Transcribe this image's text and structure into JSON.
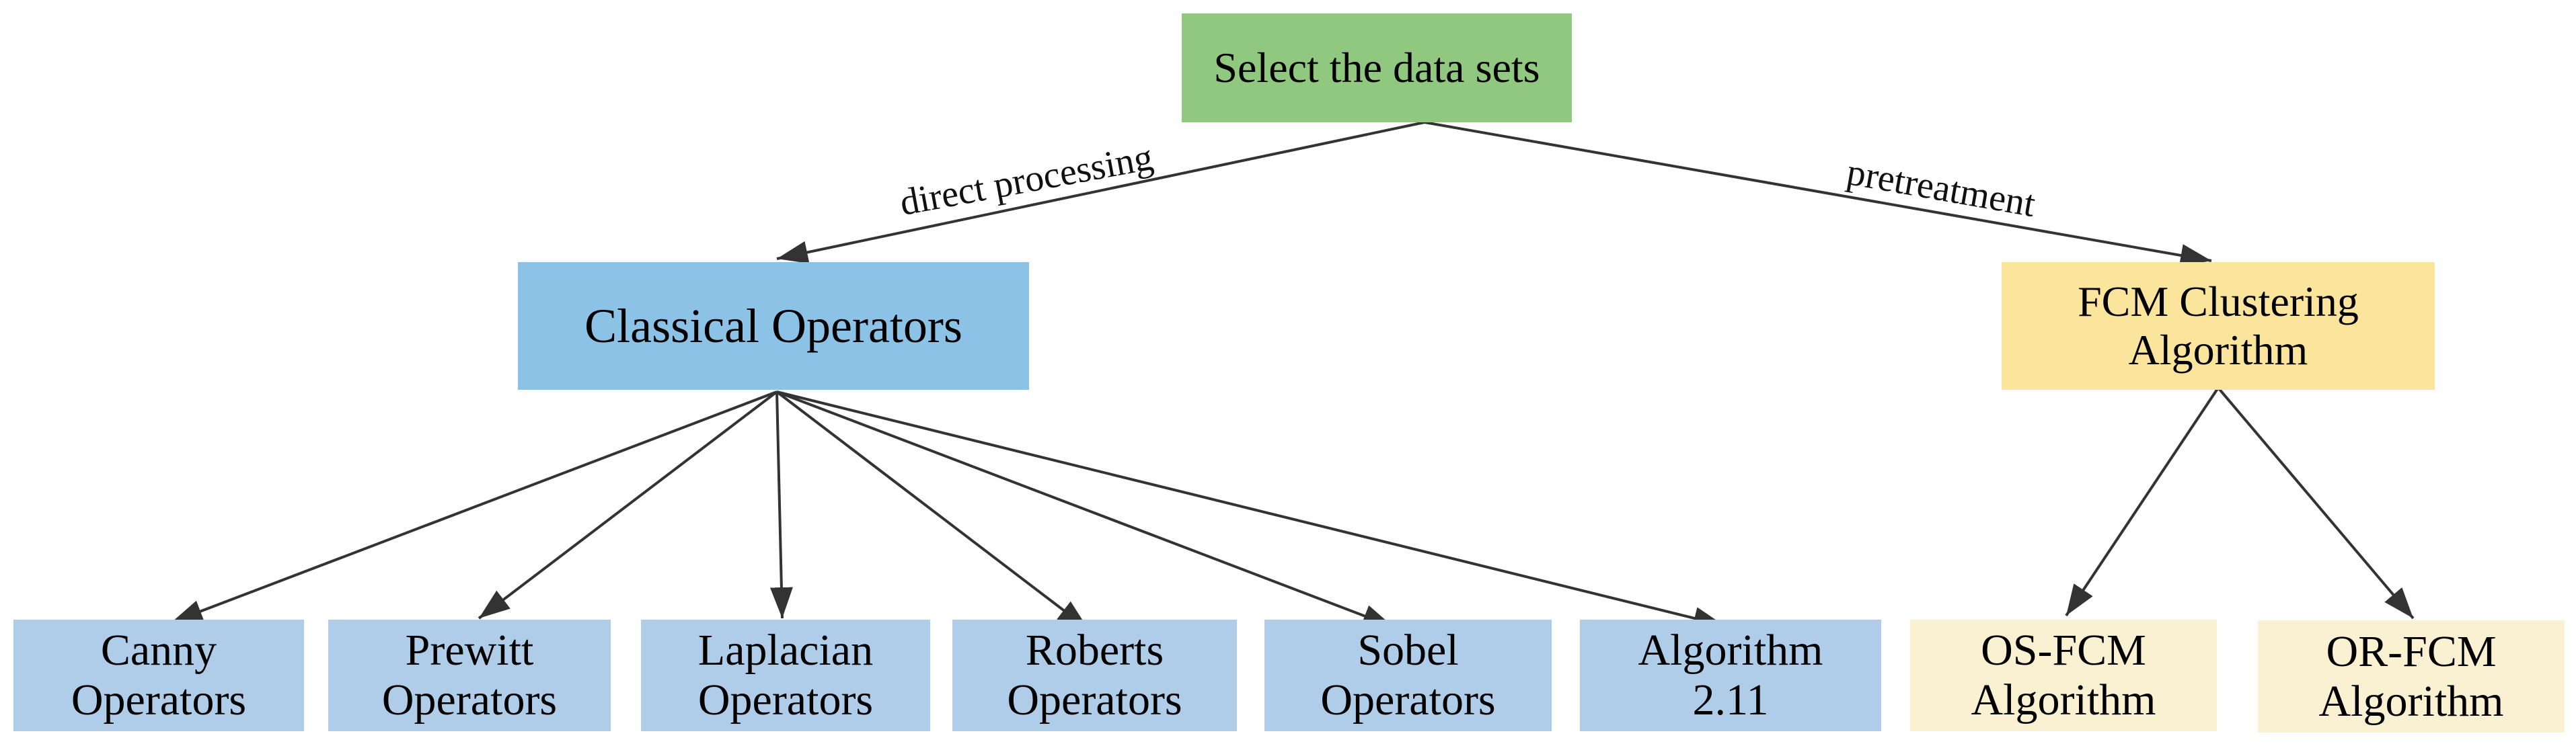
{
  "diagram": {
    "nodes": {
      "select": {
        "label": "Select the data sets"
      },
      "classical": {
        "label": "Classical Operators"
      },
      "fcm": {
        "label": "FCM Clustering\nAlgorithm"
      },
      "canny": {
        "label": "Canny\nOperators"
      },
      "prewitt": {
        "label": "Prewitt\nOperators"
      },
      "laplacian": {
        "label": "Laplacian\nOperators"
      },
      "roberts": {
        "label": "Roberts\nOperators"
      },
      "sobel": {
        "label": "Sobel\nOperators"
      },
      "algorithm211": {
        "label": "Algorithm\n2.11"
      },
      "osfcm": {
        "label": "OS-FCM\nAlgorithm"
      },
      "orfcm": {
        "label": "OR-FCM\nAlgorithm"
      }
    },
    "edge_labels": {
      "direct": "direct processing",
      "pretreatment": "pretreatment"
    },
    "colors": {
      "root_green": "#8FC87E",
      "classical_blue": "#8CC2E5",
      "leaf_blue": "#AFCCE9",
      "fcm_yellow": "#FBE49C",
      "leaf_yellow": "#FAF0D2",
      "line": "#333333",
      "text": "#000000",
      "background": "#FFFFFF"
    }
  }
}
